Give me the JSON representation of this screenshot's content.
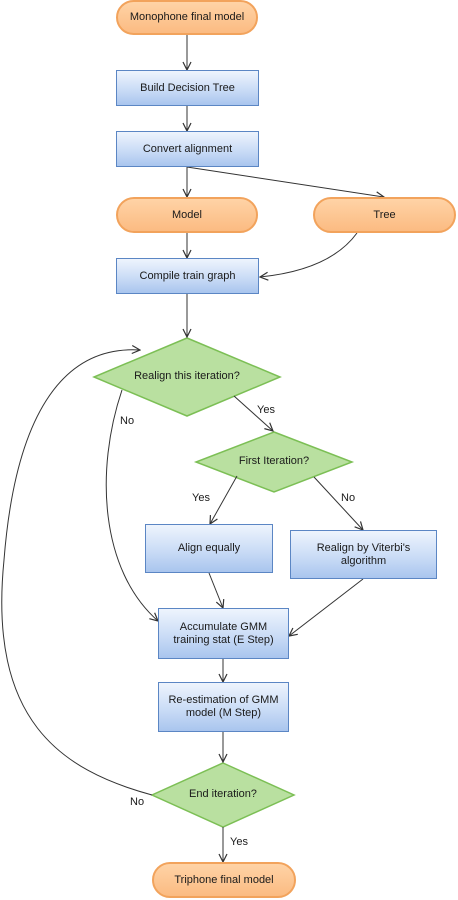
{
  "nodes": {
    "mono_final": "Monophone final model",
    "build_tree": "Build Decision Tree",
    "convert_align": "Convert alignment",
    "model": "Model",
    "tree": "Tree",
    "compile_graph": "Compile train graph",
    "realign_iter": "Realign this iteration?",
    "first_iter": "First Iteration?",
    "align_equally": "Align equally",
    "realign_viterbi": "Realign by Viterbi's algorithm",
    "accumulate": "Accumulate GMM training stat (E Step)",
    "reestimate": "Re-estimation of GMM model (M Step)",
    "end_iter": "End iteration?",
    "tri_final": "Triphone final model"
  },
  "edge_labels": {
    "realign_yes": "Yes",
    "realign_no": "No",
    "first_yes": "Yes",
    "first_no": "No",
    "end_no": "No",
    "end_yes": "Yes"
  },
  "colors": {
    "terminal_fill": "#fbbb82",
    "terminal_border": "#f2a35c",
    "process_fill": "#cadcf6",
    "process_border": "#5b86c4",
    "decision_fill": "#b9e0a0",
    "decision_border": "#7cbf55",
    "arrow": "#333333"
  }
}
